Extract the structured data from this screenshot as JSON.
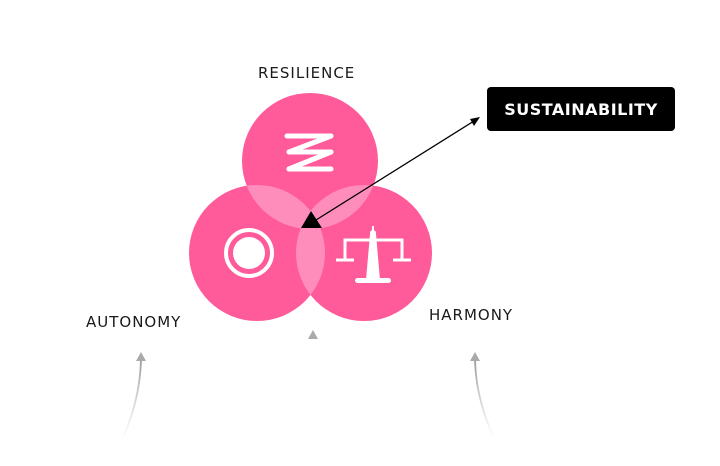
{
  "labels": {
    "top": "RESILIENCE",
    "left": "AUTONOMY",
    "right": "HARMONY",
    "callout": "SUSTAINABILITY"
  },
  "icons": {
    "top": "spring-zigzag-icon",
    "left": "concentric-circle-icon",
    "right": "balance-scale-icon"
  },
  "colors": {
    "circle": "#FF5A99",
    "overlap": "#FF8DBC",
    "callout_bg": "#000000",
    "arrow_gray": "#9a9a9a"
  }
}
